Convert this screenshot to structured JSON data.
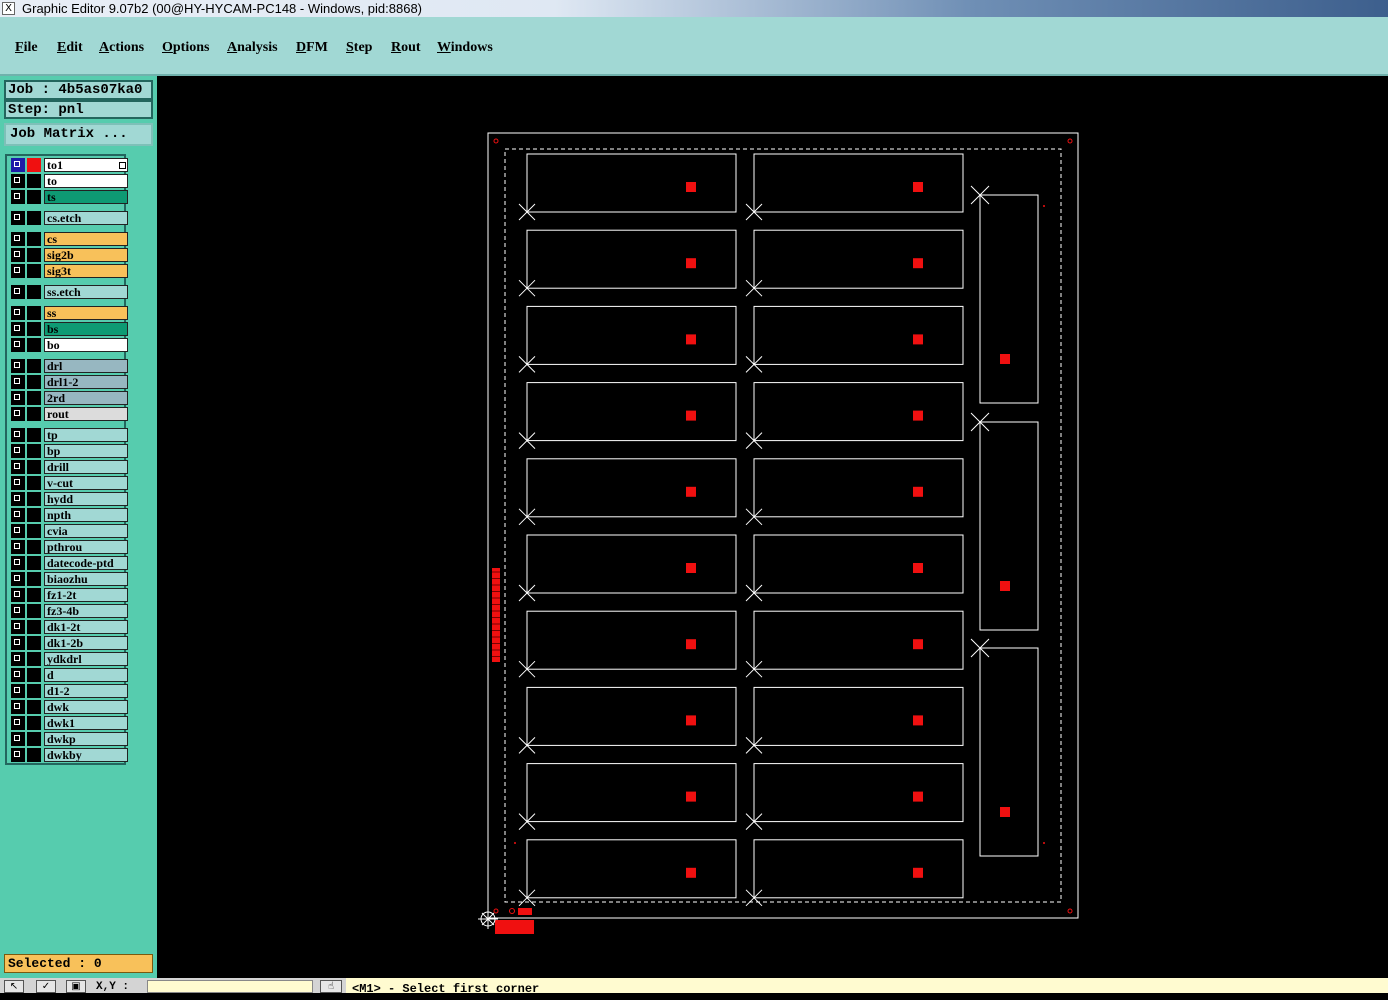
{
  "window": {
    "title": "Graphic Editor 9.07b2 (00@HY-HYCAM-PC148 - Windows, pid:8868)",
    "icon": "x-app-icon"
  },
  "menu": [
    "File",
    "Edit",
    "Actions",
    "Options",
    "Analysis",
    "DFM",
    "Step",
    "Rout",
    "Windows"
  ],
  "job": {
    "job_label": "Job : 4b5as07ka0",
    "step_label": "Step: pnl",
    "matrix_button": "Job Matrix ..."
  },
  "layers": [
    {
      "name": "to1",
      "color": "#ffffff",
      "selected": true,
      "marker": "red"
    },
    {
      "name": "to",
      "color": "#ffffff"
    },
    {
      "name": "ts",
      "color": "#0e9a73"
    },
    {
      "name": "cs.etch",
      "color": "#a1d8d4"
    },
    {
      "name": "cs",
      "color": "#f8c15a"
    },
    {
      "name": "sig2b",
      "color": "#f8c15a"
    },
    {
      "name": "sig3t",
      "color": "#f8c15a"
    },
    {
      "name": "ss.etch",
      "color": "#a1d8d4"
    },
    {
      "name": "ss",
      "color": "#f8c15a"
    },
    {
      "name": "bs",
      "color": "#0e9a73"
    },
    {
      "name": "bo",
      "color": "#ffffff"
    },
    {
      "name": "drl",
      "color": "#97b7c1"
    },
    {
      "name": "drl1-2",
      "color": "#97b7c1"
    },
    {
      "name": "2rd",
      "color": "#97b7c1"
    },
    {
      "name": "rout",
      "color": "#dcdcdc"
    },
    {
      "name": "tp",
      "color": "#a1d8d4"
    },
    {
      "name": "bp",
      "color": "#a1d8d4"
    },
    {
      "name": "drill",
      "color": "#a1d8d4"
    },
    {
      "name": "v-cut",
      "color": "#a1d8d4"
    },
    {
      "name": "hydd",
      "color": "#a1d8d4"
    },
    {
      "name": "npth",
      "color": "#a1d8d4"
    },
    {
      "name": "cvia",
      "color": "#a1d8d4"
    },
    {
      "name": "pthrou",
      "color": "#a1d8d4"
    },
    {
      "name": "datecode-ptd",
      "color": "#a1d8d4"
    },
    {
      "name": "biaozhu",
      "color": "#a1d8d4"
    },
    {
      "name": "fz1-2t",
      "color": "#a1d8d4"
    },
    {
      "name": "fz3-4b",
      "color": "#a1d8d4"
    },
    {
      "name": "dk1-2t",
      "color": "#a1d8d4"
    },
    {
      "name": "dk1-2b",
      "color": "#a1d8d4"
    },
    {
      "name": "ydkdrl",
      "color": "#a1d8d4"
    },
    {
      "name": "d",
      "color": "#a1d8d4"
    },
    {
      "name": "d1-2",
      "color": "#a1d8d4"
    },
    {
      "name": "dwk",
      "color": "#a1d8d4"
    },
    {
      "name": "dwk1",
      "color": "#a1d8d4"
    },
    {
      "name": "dwkp",
      "color": "#a1d8d4"
    },
    {
      "name": "dwkby",
      "color": "#a1d8d4"
    }
  ],
  "selection": {
    "label": "Selected : 0"
  },
  "status": {
    "xy_label": "X,Y :",
    "prompt": "<M1> - Select first corner",
    "icons": [
      "select-arrow-icon",
      "check-icon",
      "window-icon",
      "hand-cursor-icon"
    ]
  },
  "colors": {
    "canvas_bg": "#000000",
    "outline": "#ffffff",
    "pad": "#f01010",
    "menu_bg": "#a1d8d4",
    "panel_bg": "#56ccae"
  }
}
